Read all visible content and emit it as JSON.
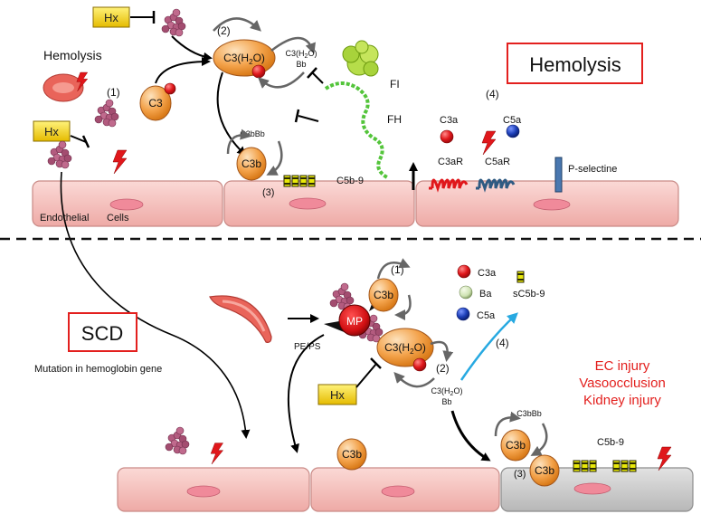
{
  "top": {
    "hemolysis_label": "Hemolysis",
    "boxed_title": "Hemolysis",
    "step1": "(1)",
    "step2": "(2)",
    "step3": "(3)",
    "step4": "(4)",
    "hx_top": "Hx",
    "hx_left": "Hx",
    "c3": "C3",
    "c3h2o_main": "C3(H",
    "c3h2o_sub": "2",
    "c3h2o_end": "O)",
    "c3h2obb_line1": "C3(H",
    "c3h2obb_sub": "2",
    "c3h2obb_line1_end": "O)",
    "c3h2obb_line2": "Bb",
    "fi": "FI",
    "fh": "FH",
    "c3bbb": "C3bBb",
    "c3b": "C3b",
    "c5b9": "C5b-9",
    "c3a": "C3a",
    "c5a": "C5a",
    "c3ar": "C3aR",
    "c5ar": "C5aR",
    "pselectine": "P-selectine",
    "endothelial": "Endothelial",
    "cells": "Cells"
  },
  "bottom": {
    "boxed_title": "SCD",
    "mutation": "Mutation in hemoglobin gene",
    "step1": "(1)",
    "step2": "(2)",
    "step3": "(3)",
    "step4": "(4)",
    "mp": "MP",
    "pe_ps": "PE/PS",
    "hx": "Hx",
    "c3b_top": "C3b",
    "c3h2o_main": "C3(H",
    "c3h2o_sub": "2",
    "c3h2o_end": "O)",
    "c3h2obb_line1": "C3(H",
    "c3h2obb_sub": "2",
    "c3h2obb_line1_end": "O)",
    "c3h2obb_line2": "Bb",
    "legend_c3a": "C3a",
    "legend_ba": "Ba",
    "legend_c5a": "C5a",
    "sc5b9": "sC5b-9",
    "outcome1": "EC injury",
    "outcome2": "Vasoocclusion",
    "outcome3": "Kidney injury",
    "c3bbb": "C3bBb",
    "c3b_mid": "C3b",
    "c3b_right": "C3b",
    "c3b_membrane": "C3b",
    "c5b9": "C5b-9"
  },
  "colors": {
    "cell_fill": "#f6c6c2",
    "cell_stroke": "#c98a86",
    "nucleus": "#f08a9a",
    "injured_cell": "#c9c9c9",
    "c3_orange": "#f3a24a",
    "red_ball": "#e0171b",
    "blue_ball": "#1d3fb8",
    "hx_yellow": "#f5d30a",
    "hemopexin_purple": "#b35b7f",
    "fh_green": "#53c43a",
    "outcome_red": "#e3201e",
    "arrow_cyan": "#27a9e1",
    "c3ar_red": "#e0171b",
    "c5ar_blue": "#2f5a82",
    "pselectine_blue": "#4a78b0"
  }
}
